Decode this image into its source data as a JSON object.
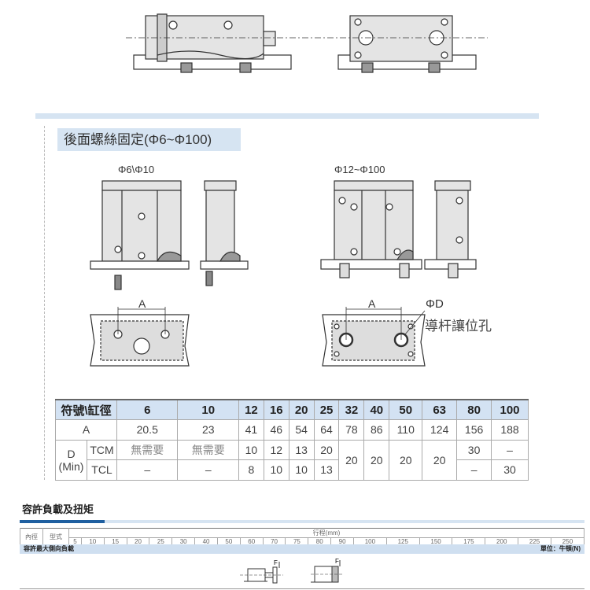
{
  "section1": {
    "title": "後面螺絲固定(Φ6~Φ100)",
    "label_small": "Φ6\\Φ10",
    "label_large": "Φ12~Φ100",
    "dim_a": "A",
    "dim_d": "ΦD",
    "note_d": "導杆讓位孔"
  },
  "spec_table": {
    "header_label": "符號\\缸徑",
    "bores": [
      "6",
      "10",
      "12",
      "16",
      "20",
      "25",
      "32",
      "40",
      "50",
      "63",
      "80",
      "100"
    ],
    "row_a": {
      "label": "A",
      "values": [
        "20.5",
        "23",
        "41",
        "46",
        "54",
        "64",
        "78",
        "86",
        "110",
        "124",
        "156",
        "188"
      ]
    },
    "row_d": {
      "label": "D",
      "sublabel": "(Min)",
      "tcm": {
        "label": "TCM",
        "values": [
          "無需要",
          "無需要",
          "10",
          "12",
          "13",
          "20",
          "30",
          "–"
        ]
      },
      "tcl": {
        "label": "TCL",
        "values": [
          "–",
          "–",
          "8",
          "10",
          "10",
          "13",
          "–",
          "30"
        ]
      },
      "shared": [
        "20",
        "20",
        "20",
        "20"
      ]
    }
  },
  "section2": {
    "title": "容許負載及扭矩",
    "col_bore": "內徑",
    "col_type": "型式",
    "stroke_header": "行程(mm)",
    "strokes": [
      "5",
      "10",
      "15",
      "20",
      "25",
      "30",
      "40",
      "50",
      "60",
      "70",
      "75",
      "80",
      "90",
      "100",
      "125",
      "150",
      "175",
      "200",
      "225",
      "250"
    ],
    "load_row": "容許最大側向負載",
    "unit": "單位：牛頓(N)",
    "force_label": "F"
  }
}
